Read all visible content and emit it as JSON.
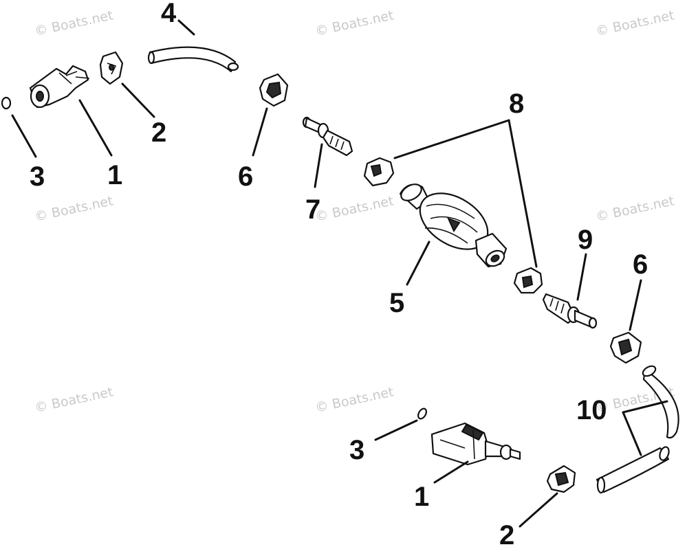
{
  "watermark": "© Boats.net",
  "callouts": {
    "top_left_o_ring": "3",
    "top_left_connector": "1",
    "top_left_clamp": "2",
    "top_hose": "4",
    "top_clamp_right": "6",
    "top_fitting": "7",
    "check_valve_clamps": "8",
    "primer_bulb": "5",
    "bottom_fitting": "9",
    "bottom_clamp_right": "6",
    "bottom_hoses": "10",
    "bottom_o_ring": "3",
    "bottom_connector": "1",
    "bottom_clamp": "2"
  }
}
